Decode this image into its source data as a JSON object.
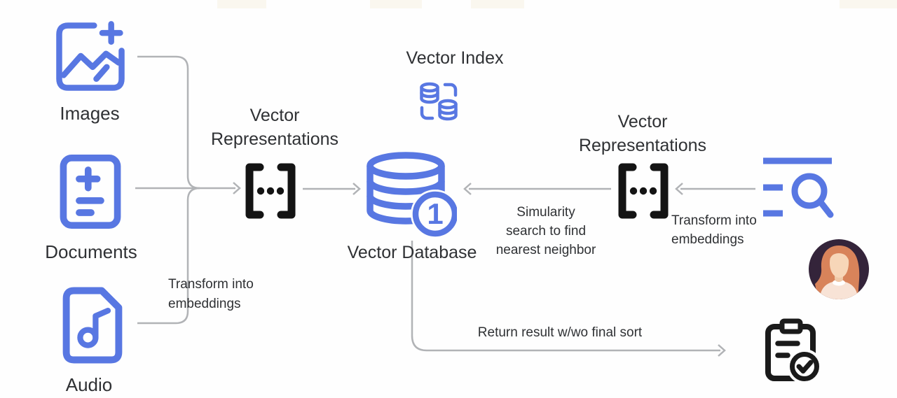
{
  "colors": {
    "blue": "#5877E2",
    "line_gray": "#B1B3B6",
    "text_dark": "#2F3134",
    "icon_black": "#191919",
    "avatar_bg": "#34243A",
    "avatar_hair": "#D8835A",
    "avatar_skin": "#F7D6B8",
    "avatar_body": "#F8E3D6"
  },
  "sources": [
    {
      "label": "Images",
      "icon": "image-add-icon"
    },
    {
      "label": "Documents",
      "icon": "document-icon"
    },
    {
      "label": "Audio",
      "icon": "audio-file-icon"
    }
  ],
  "vector_representations_left": {
    "line1": "Vector",
    "line2": "Representations",
    "icon": "vector-brackets-icon"
  },
  "vector_representations_right": {
    "line1": "Vector",
    "line2": "Representations",
    "icon": "vector-brackets-icon"
  },
  "vector_index": {
    "label": "Vector Index",
    "icon": "index-databases-icon"
  },
  "vector_database": {
    "label": "Vector Database",
    "badge": "1",
    "icon": "database-icon"
  },
  "annotations": {
    "transform_left_line1": "Transform into",
    "transform_left_line2": "embeddings",
    "transform_right_line1": "Transform into",
    "transform_right_line2": "embeddings",
    "similarity_line1": "Simularity",
    "similarity_line2": "search to find",
    "similarity_line3": "nearest neighbor",
    "return_result": "Return result w/wo final sort"
  },
  "query": {
    "icon": "query-search-icon",
    "user_icon": "user-avatar",
    "result_icon": "result-clipboard-check-icon"
  }
}
